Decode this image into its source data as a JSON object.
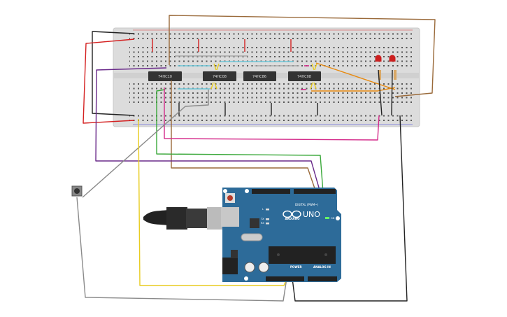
{
  "breadboard": {
    "chips": [
      {
        "label": "74HC10"
      },
      {
        "label": "74HC08"
      },
      {
        "label": "74HC86"
      },
      {
        "label": "74HC08"
      }
    ],
    "leds": [
      {
        "color": "#cc1f1f"
      },
      {
        "color": "#cc1f1f"
      }
    ]
  },
  "arduino": {
    "brand": "ARDUINO",
    "model": "UNO",
    "digital_label": "DIGITAL (PWM~)",
    "power_label": "POWER",
    "analog_label": "ANALOG IN",
    "on_label": "ON",
    "l_label": "L",
    "tx_label": "TX",
    "rx_label": "RX",
    "board_color": "#2d6b99"
  },
  "wire_colors": {
    "black": "#222222",
    "red": "#d42020",
    "brown": "#9a6a3a",
    "purple": "#6a2a8a",
    "green": "#3aa83a",
    "magenta": "#d42a8a",
    "gray": "#8a8a8a",
    "yellow": "#e8cc20",
    "orange": "#e88a10",
    "cyan": "#6cc6d8"
  }
}
